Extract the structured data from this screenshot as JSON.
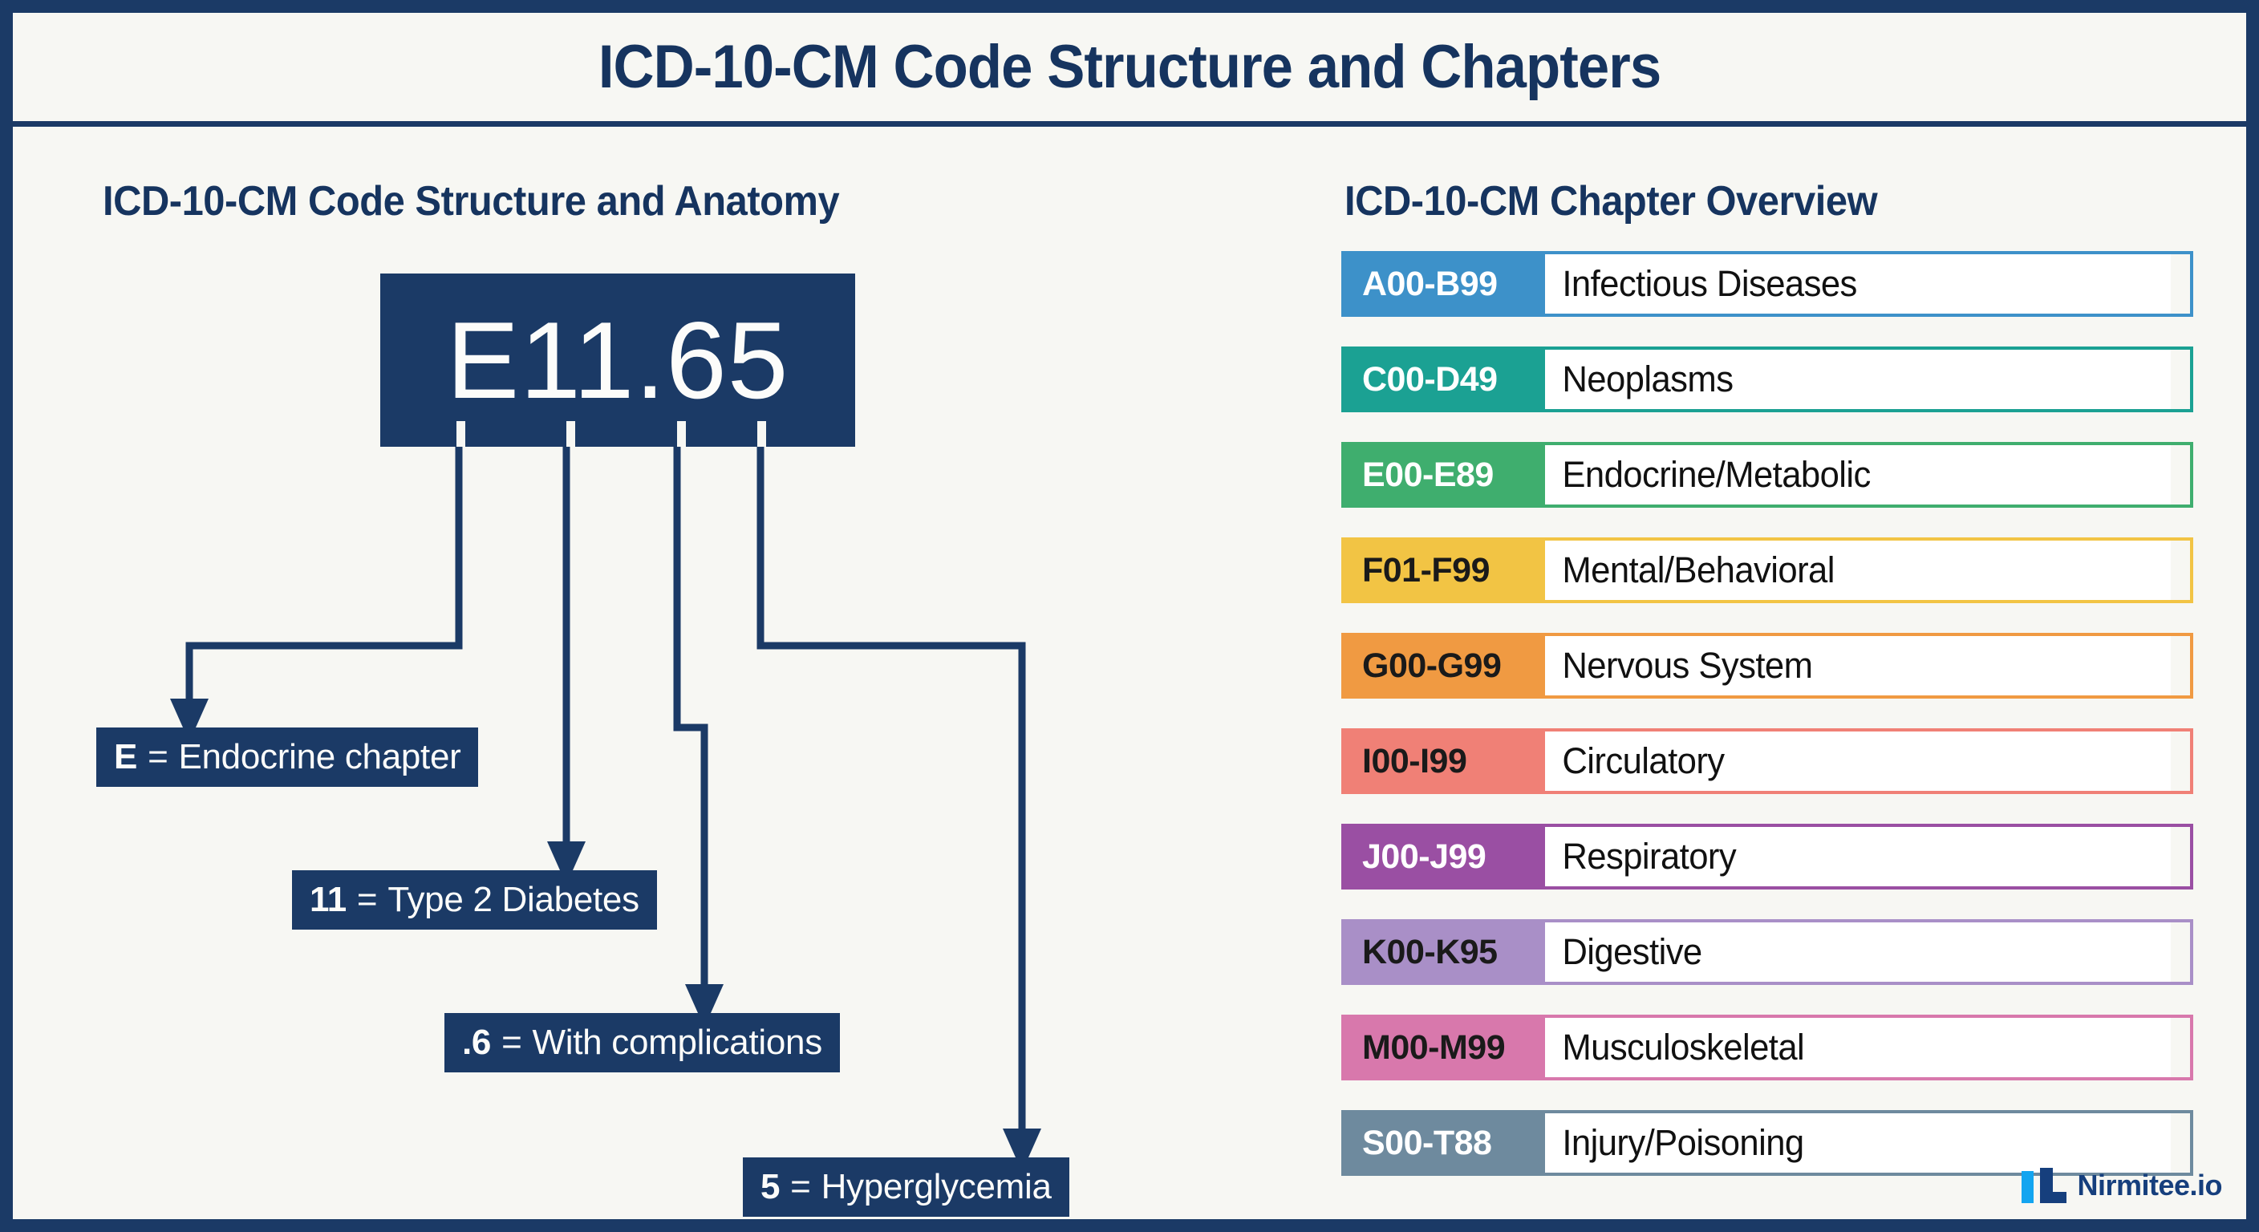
{
  "poster": {
    "title": "ICD-10-CM Code Structure and Chapters",
    "frame_color": "#1B3A66",
    "background_color": "#F7F7F3",
    "heading_color": "#16345F"
  },
  "left_panel": {
    "heading": "ICD-10-CM Code Structure and Anatomy",
    "code": "E11.65",
    "code_box_color": "#1B3A66",
    "code_text_color": "#FCFCFA",
    "breakdown": [
      {
        "key": "E",
        "separator": "=",
        "description": "Endocrine chapter"
      },
      {
        "key": "11",
        "separator": "=",
        "description": "Type 2 Diabetes"
      },
      {
        "key": ".6",
        "separator": "=",
        "description": "With complications"
      },
      {
        "key": "5",
        "separator": "=",
        "description": "Hyperglycemia"
      }
    ]
  },
  "right_panel": {
    "heading": "ICD-10-CM Chapter Overview",
    "chapters": [
      {
        "code": "A00-B99",
        "name": "Infectious Diseases",
        "color": "#3D91C9",
        "code_text_color": "#FFFFFF"
      },
      {
        "code": "C00-D49",
        "name": "Neoplasms",
        "color": "#1BA193",
        "code_text_color": "#FFFFFF"
      },
      {
        "code": "E00-E89",
        "name": "Endocrine/Metabolic",
        "color": "#3FAE6E",
        "code_text_color": "#FFFFFF"
      },
      {
        "code": "F01-F99",
        "name": "Mental/Behavioral",
        "color": "#F2C444",
        "code_text_color": "#1A1A1A"
      },
      {
        "code": "G00-G99",
        "name": "Nervous System",
        "color": "#F09A42",
        "code_text_color": "#1A1A1A"
      },
      {
        "code": "I00-I99",
        "name": "Circulatory",
        "color": "#F08076",
        "code_text_color": "#1A1A1A"
      },
      {
        "code": "J00-J99",
        "name": "Respiratory",
        "color": "#9A4FA3",
        "code_text_color": "#FFFFFF"
      },
      {
        "code": "K00-K95",
        "name": "Digestive",
        "color": "#A98FC7",
        "code_text_color": "#1A1A1A"
      },
      {
        "code": "M00-M99",
        "name": "Musculoskeletal",
        "color": "#D878AC",
        "code_text_color": "#1A1A1A"
      },
      {
        "code": "S00-T88",
        "name": "Injury/Poisoning",
        "color": "#6E8A9E",
        "code_text_color": "#FFFFFF"
      }
    ]
  },
  "brand": {
    "name": "Nirmitee.io",
    "accent_color": "#13A5F0",
    "text_color": "#163F7D"
  }
}
